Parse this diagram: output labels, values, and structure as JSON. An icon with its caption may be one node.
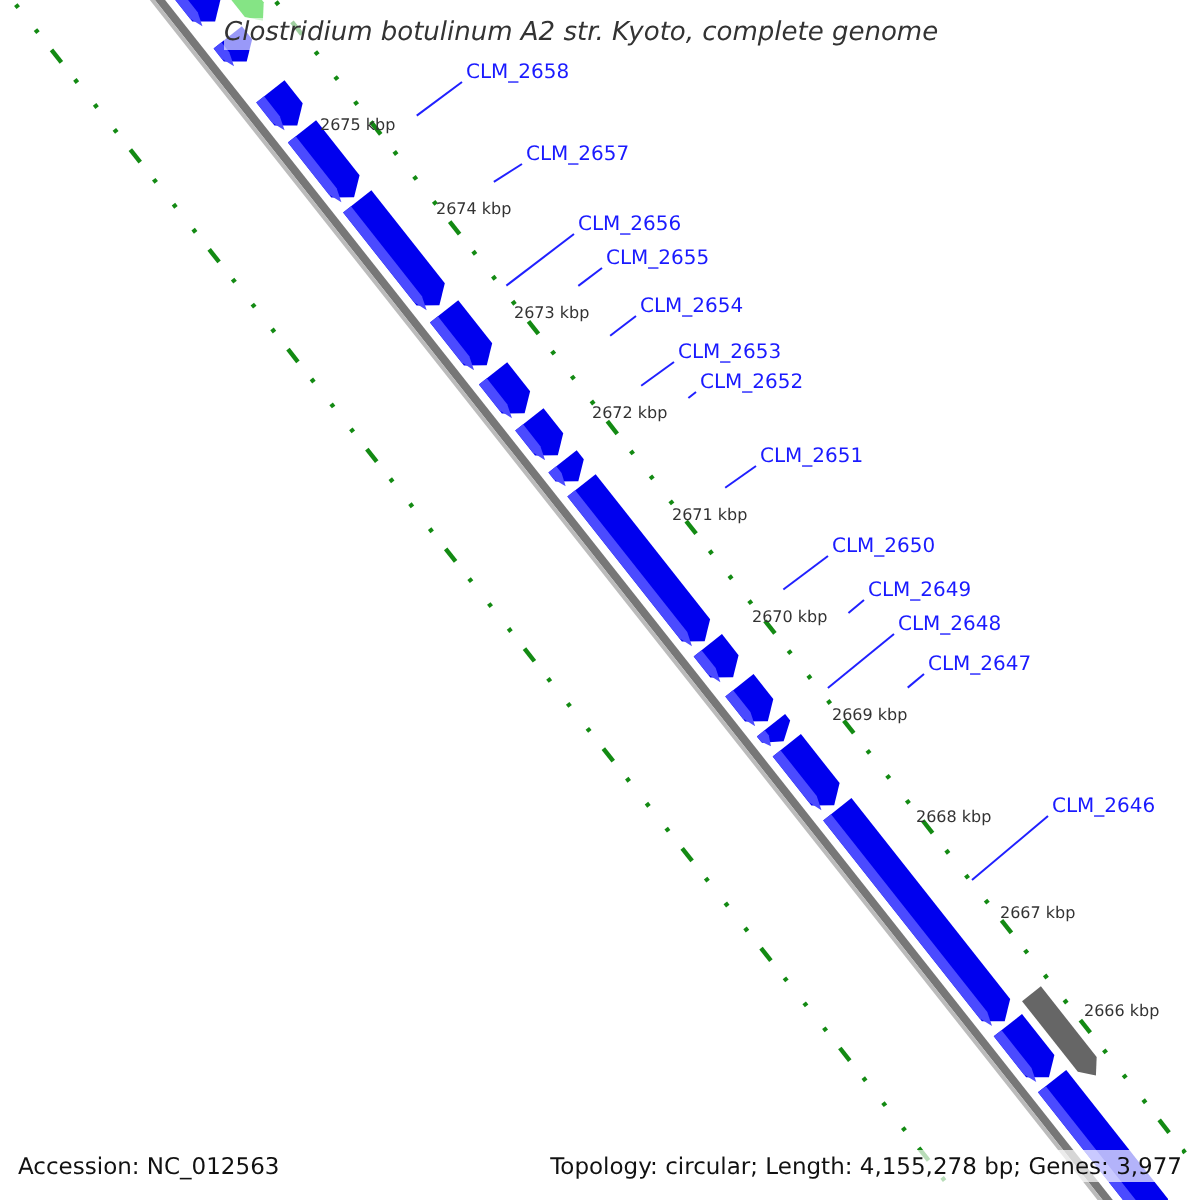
{
  "diagram": {
    "title": "Clostridium botulinum A2 str. Kyoto, complete genome",
    "nodes": [
      {
        "text": [
          "CLM_2658"
        ]
      },
      {
        "text": [
          "CLM_2657"
        ]
      },
      {
        "text": [
          "CLM_2656"
        ]
      },
      {
        "text": [
          "CLM_2655"
        ]
      },
      {
        "text": [
          "CLM_2654"
        ]
      },
      {
        "text": [
          "CLM_2653"
        ]
      },
      {
        "text": [
          "CLM_2652"
        ]
      },
      {
        "text": [
          "CLM_2651"
        ]
      },
      {
        "text": [
          "CLM_2650"
        ]
      },
      {
        "text": [
          "CLM_2649"
        ]
      },
      {
        "text": [
          "CLM_2648"
        ]
      },
      {
        "text": [
          "CLM_2647"
        ]
      },
      {
        "text": [
          "CLM_2646"
        ]
      }
    ],
    "edges": [
      {
        "from": 0,
        "to": null,
        "arrow": "none"
      },
      {
        "from": 1,
        "to": null,
        "arrow": "none"
      },
      {
        "from": 2,
        "to": null,
        "arrow": "none"
      },
      {
        "from": 3,
        "to": null,
        "arrow": "none"
      },
      {
        "from": 4,
        "to": null,
        "arrow": "none"
      },
      {
        "from": 5,
        "to": null,
        "arrow": "none"
      },
      {
        "from": 6,
        "to": null,
        "arrow": "none"
      },
      {
        "from": 7,
        "to": null,
        "arrow": "none"
      },
      {
        "from": 8,
        "to": null,
        "arrow": "none"
      },
      {
        "from": 9,
        "to": null,
        "arrow": "none"
      },
      {
        "from": 10,
        "to": null,
        "arrow": "none"
      },
      {
        "from": 11,
        "to": null,
        "arrow": "none"
      },
      {
        "from": 12,
        "to": null,
        "arrow": "none"
      }
    ],
    "labels": [
      "2675 kbp",
      "2674 kbp",
      "2673 kbp",
      "2672 kbp",
      "2671 kbp",
      "2670 kbp",
      "2669 kbp",
      "2668 kbp",
      "2667 kbp",
      "2666 kbp",
      "Accession: NC_012563",
      "Topology: circular; Length: 4,155,278 bp; Genes: 3,977"
    ]
  }
}
